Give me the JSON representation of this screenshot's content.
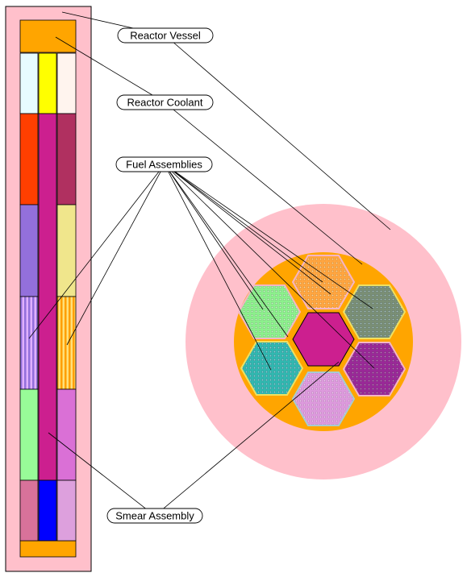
{
  "labels": {
    "reactor_vessel": "Reactor Vessel",
    "reactor_coolant": "Reactor Coolant",
    "fuel_assemblies": "Fuel Assemblies",
    "smear_assembly": "Smear Assembly"
  },
  "colors": {
    "vessel": "#ffc0cb",
    "coolant": "#ffa500",
    "outline": "#000000",
    "smear_assembly": "#cc1f8f"
  },
  "side_view": {
    "columns": [
      [
        "#e7fbff",
        "#ff3f00",
        "#9370db",
        "stripe-violet",
        "#98fb98",
        "#d8729a"
      ],
      [
        "#ffff00",
        "#cc1f8f",
        "#cc1f8f",
        "#cc1f8f",
        "#cc1f8f",
        "#0000ff"
      ],
      [
        "#fff4ee",
        "#b03060",
        "#f0e68c",
        "stripe-orange",
        "#da70d6",
        "#dda0dd"
      ]
    ]
  },
  "top_view": {
    "assemblies": [
      {
        "position": "top",
        "fill": "#ffa540",
        "border": "#f5b5c5"
      },
      {
        "position": "upper-left",
        "fill": "#8cf08c",
        "border": "#f5b5c5"
      },
      {
        "position": "upper-right",
        "fill": "#7a8f75",
        "border": "#f0e060"
      },
      {
        "position": "center",
        "fill": "#cc1f8f",
        "border": "#000000"
      },
      {
        "position": "lower-left",
        "fill": "#30b8b0",
        "border": "#f0e060"
      },
      {
        "position": "lower-right",
        "fill": "#9a2898",
        "border": "#f5b5c5"
      },
      {
        "position": "bottom",
        "fill": "#dd9add",
        "border": "#a8ccd0"
      }
    ]
  }
}
